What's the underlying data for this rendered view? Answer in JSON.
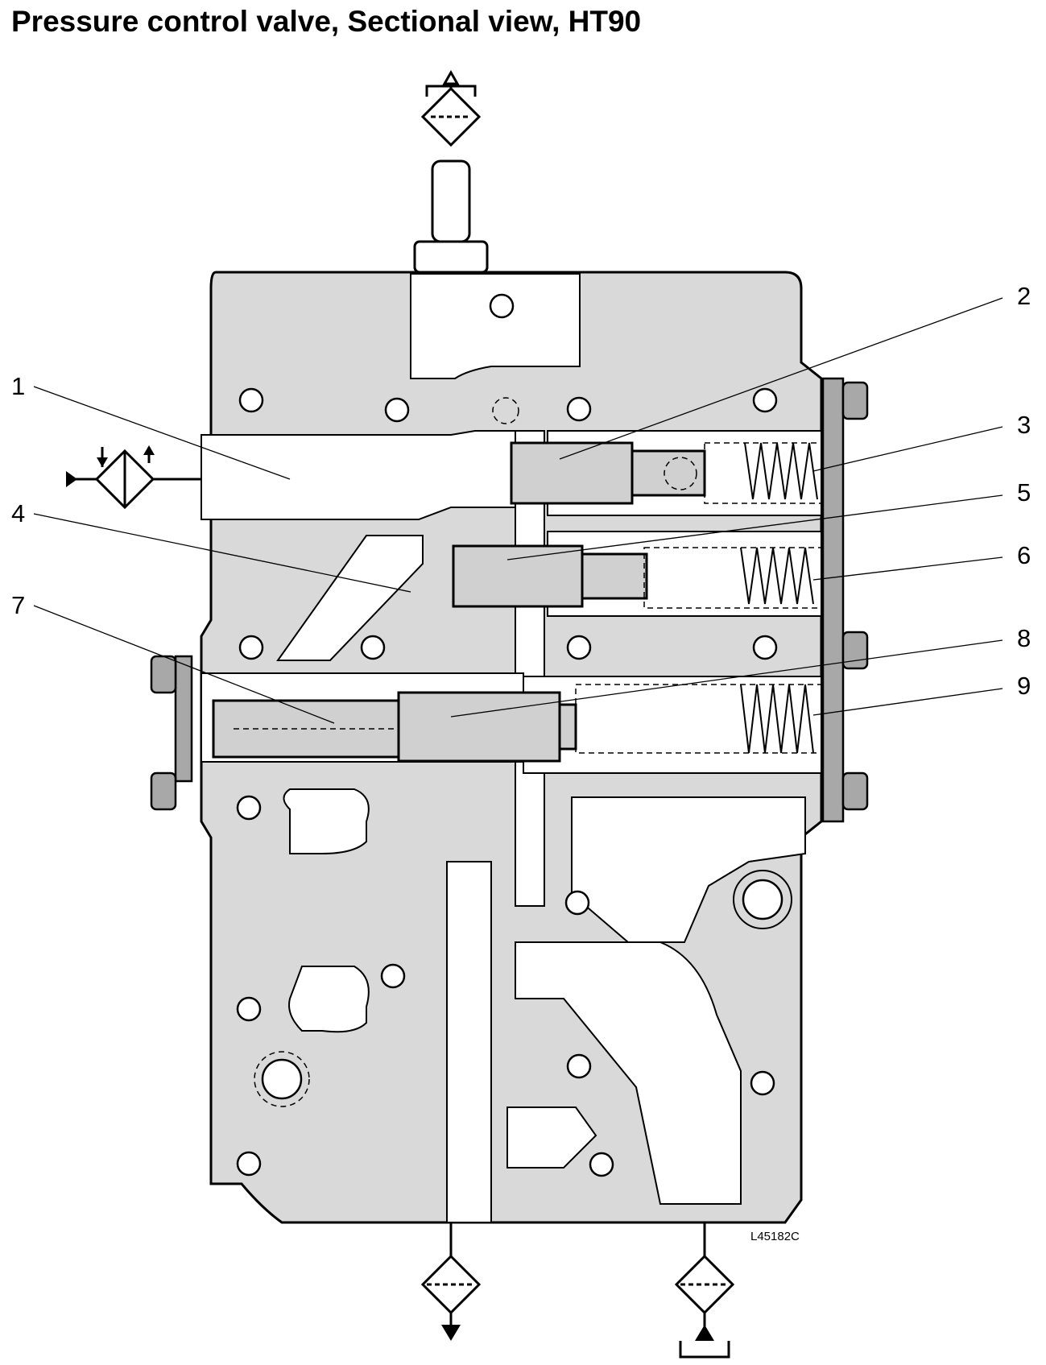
{
  "title": "Pressure control valve, Sectional view, HT90",
  "reference_code": "L45182C",
  "callouts": [
    "1",
    "2",
    "3",
    "4",
    "5",
    "6",
    "7",
    "8",
    "9"
  ]
}
